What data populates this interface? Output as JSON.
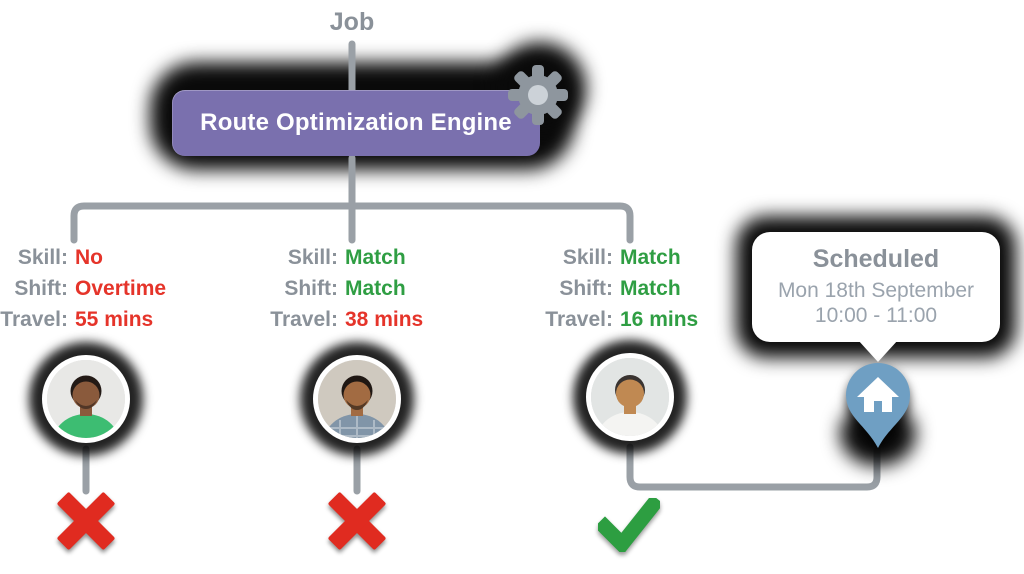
{
  "job_label": "Job",
  "engine": {
    "label": "Route Optimization Engine",
    "bg_color": "#7a70ae",
    "icon": "gear-icon"
  },
  "colors": {
    "match_green": "#2f9e43",
    "fail_red": "#e5342a",
    "line_gray": "#9aa0a6",
    "label_gray": "#8a9199",
    "pin_blue": "#6f9fc3",
    "card_text_gray": "#9aa3ad"
  },
  "attribute_labels": {
    "skill": "Skill:",
    "shift": "Shift:",
    "travel": "Travel:"
  },
  "candidates": [
    {
      "avatar": "technician-green-shirt",
      "skill": "No",
      "skill_color": "#e5342a",
      "shift": "Overtime",
      "shift_color": "#e5342a",
      "travel": "55 mins",
      "travel_color": "#e5342a",
      "outcome": "rejected",
      "outcome_icon": "cross"
    },
    {
      "avatar": "technician-checked-shirt",
      "skill": "Match",
      "skill_color": "#2f9e43",
      "shift": "Match",
      "shift_color": "#2f9e43",
      "travel": "38 mins",
      "travel_color": "#e5342a",
      "outcome": "rejected",
      "outcome_icon": "cross"
    },
    {
      "avatar": "technician-white-shirt",
      "skill": "Match",
      "skill_color": "#2f9e43",
      "shift": "Match",
      "shift_color": "#2f9e43",
      "travel": "16 mins",
      "travel_color": "#2f9e43",
      "outcome": "accepted",
      "outcome_icon": "check"
    }
  ],
  "scheduled_card": {
    "title": "Scheduled",
    "date": "Mon 18th September",
    "time": "10:00 - 11:00",
    "marker_icon": "home-pin"
  }
}
